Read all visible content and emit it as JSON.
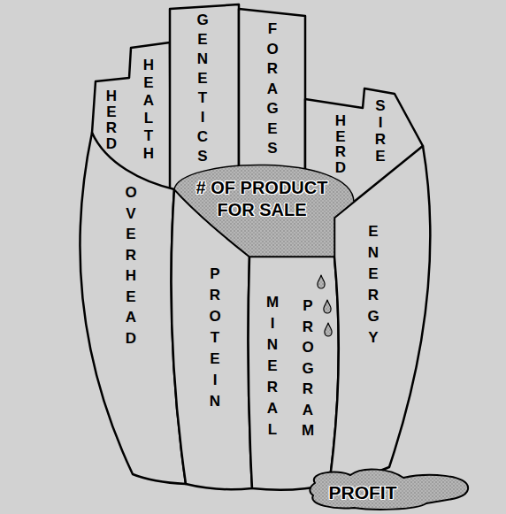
{
  "diagram": {
    "nodes": [
      {
        "text": [
          "HERD",
          "HEALTH"
        ]
      },
      {
        "text": [
          "GENETICS"
        ]
      },
      {
        "text": [
          "FORAGES"
        ]
      },
      {
        "text": [
          "HERD",
          "SIRE"
        ]
      },
      {
        "text": [
          "OVERHEAD"
        ]
      },
      {
        "text": [
          "PROTEIN"
        ]
      },
      {
        "text": [
          "MINERAL",
          "PROGRAM"
        ]
      },
      {
        "text": [
          "ENERGY"
        ]
      },
      {
        "text": [
          "# OF PRODUCT FOR SALE"
        ]
      },
      {
        "text": [
          "PROFIT"
        ]
      }
    ]
  }
}
